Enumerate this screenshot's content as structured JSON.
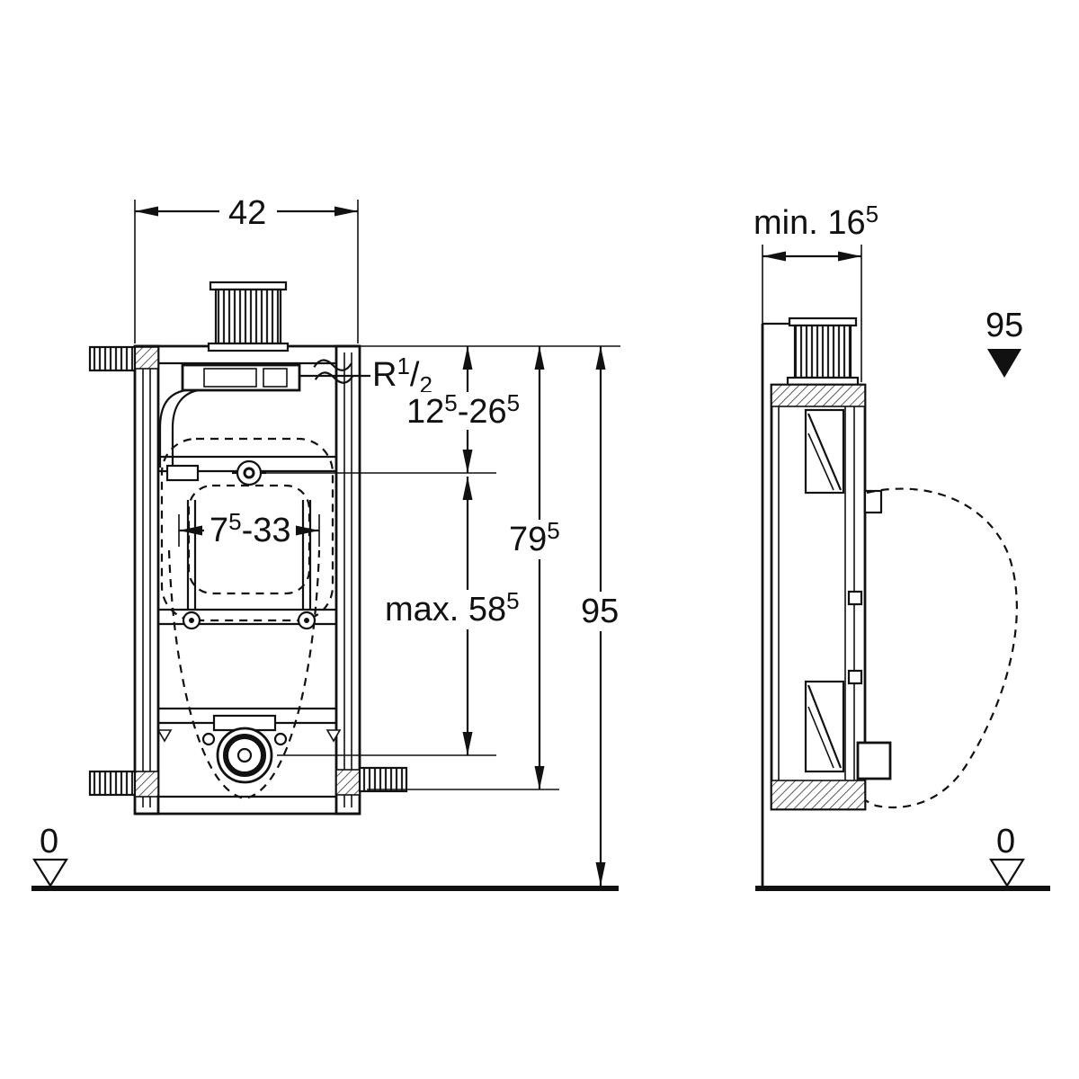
{
  "drawing": {
    "front": {
      "width": "42",
      "thread_prefix": "R",
      "thread_sup": "1",
      "thread_slash": "/",
      "thread_sub": "2",
      "inlet_v1": "12",
      "inlet_s1": "5",
      "inlet_v2": "-26",
      "inlet_s2": "5",
      "bolt_v1": "7",
      "bolt_s1": "5",
      "bolt_v2": "-33",
      "max_v1": "max. 58",
      "max_s1": "5",
      "h1_v1": "79",
      "h1_s1": "5",
      "total_height": "95",
      "datum": "0"
    },
    "side": {
      "depth_v1": "min. 16",
      "depth_s1": "5",
      "total_height": "95",
      "datum": "0"
    },
    "colors": {
      "line": "#111111",
      "background": "#ffffff"
    }
  }
}
